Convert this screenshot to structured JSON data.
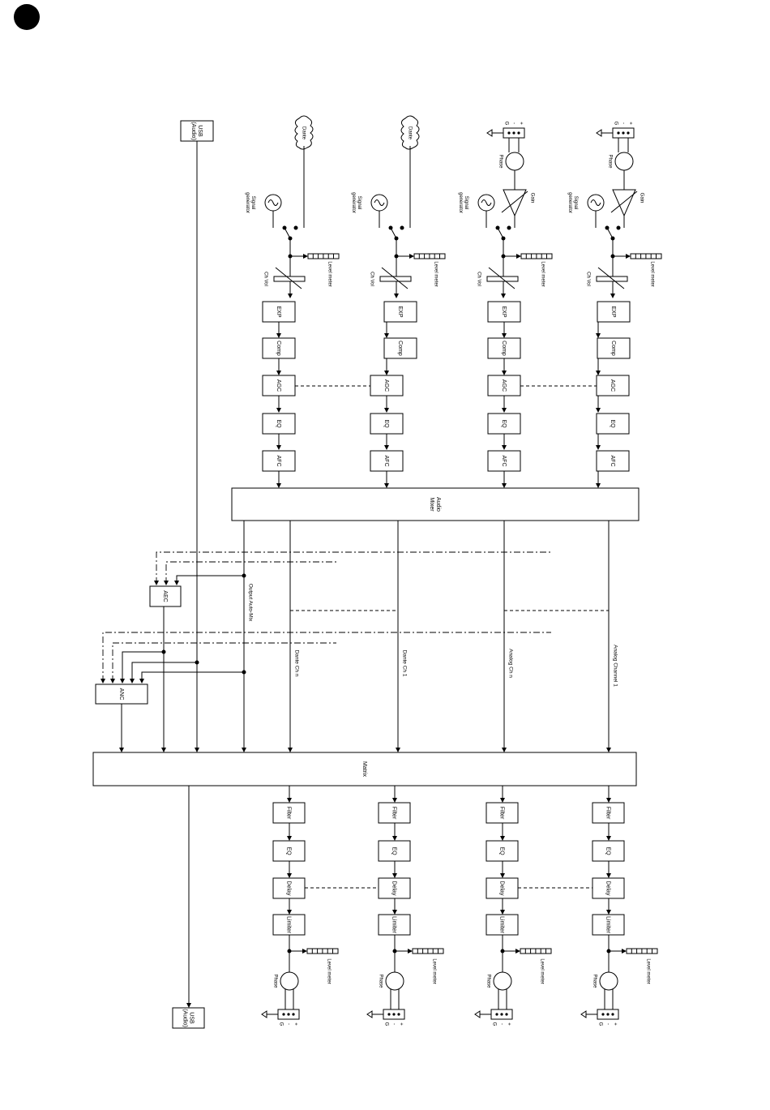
{
  "colors": {
    "line": "#000000",
    "background": "#ffffff"
  },
  "labels": {
    "usb_audio": "USB\n(Audio)",
    "dante": "Dante",
    "signal_generator": "Signal\ngenerator",
    "phase": "Phase",
    "gain": "Gain",
    "ch_vol": "Ch Vol",
    "level_meter": "Level meter",
    "exp": "EXP",
    "comp": "Comp",
    "agc": "AGC",
    "eq": "EQ",
    "afc": "AFC",
    "audio_mixer": "Audio\nMixer",
    "aec": "AEC",
    "anc": "ANC",
    "matrix": "Matrix",
    "filter": "Filter",
    "delay": "Delay",
    "limiter": "Limiter",
    "output_auto_mix": "Output Auto-Mix",
    "pin_g": "G",
    "pin_minus": "-",
    "pin_plus": "+"
  },
  "bus_labels": [
    "Dante Ch n",
    "Dante Ch 1",
    "Analog Ch n",
    "Analog Channel 1"
  ]
}
